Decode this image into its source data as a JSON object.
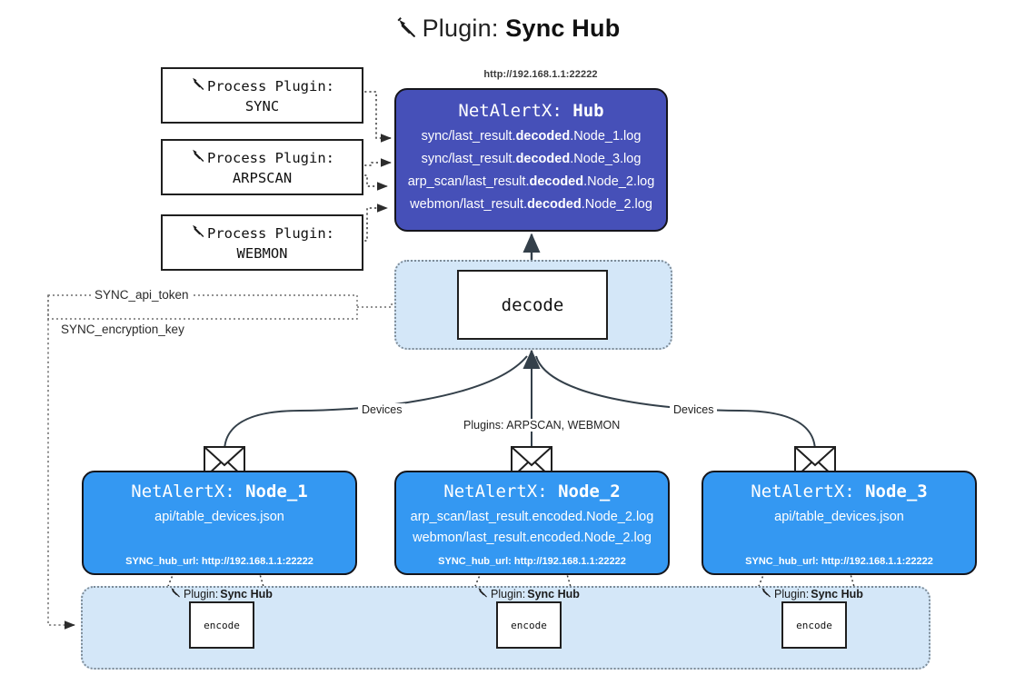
{
  "title": {
    "icon": "plug-icon",
    "prefix": "Plugin:",
    "name": "Sync Hub"
  },
  "process_plugins": [
    {
      "icon": "plug-icon",
      "line1": "Process Plugin:",
      "line2": "SYNC"
    },
    {
      "icon": "plug-icon",
      "line1": "Process Plugin:",
      "line2": "ARPSCAN"
    },
    {
      "icon": "plug-icon",
      "line1": "Process Plugin:",
      "line2": "WEBMON"
    }
  ],
  "hub": {
    "url": "http://192.168.1.1:22222",
    "title_prefix": "NetAlertX:",
    "title_name": "Hub",
    "lines": [
      {
        "pre": "sync/last_result.",
        "mid": "decoded",
        "post": ".Node_1.log"
      },
      {
        "pre": "sync/last_result.",
        "mid": "decoded",
        "post": ".Node_3.log"
      },
      {
        "pre": "arp_scan/last_result.",
        "mid": "decoded",
        "post": ".Node_2.log"
      },
      {
        "pre": "webmon/last_result.",
        "mid": "decoded",
        "post": ".Node_2.log"
      }
    ]
  },
  "decode": {
    "label": "decode"
  },
  "tokens": [
    {
      "label": "SYNC_api_token"
    },
    {
      "label": "SYNC_encryption_key"
    }
  ],
  "edge_labels": {
    "devices_left": "Devices",
    "devices_right": "Devices",
    "plugins_center": "Plugins: ARPSCAN, WEBMON"
  },
  "nodes": [
    {
      "title_prefix": "NetAlertX:",
      "title_name": "Node_1",
      "lines": [
        "api/table_devices.json"
      ],
      "url_label": "SYNC_hub_url:",
      "url_value": "http://192.168.1.1:22222",
      "mail_icon": "envelope-icon"
    },
    {
      "title_prefix": "NetAlertX:",
      "title_name": "Node_2",
      "lines": [
        "arp_scan/last_result.encoded.Node_2.log",
        "webmon/last_result.encoded.Node_2.log"
      ],
      "url_label": "SYNC_hub_url:",
      "url_value": "http://192.168.1.1:22222",
      "mail_icon": "envelope-icon"
    },
    {
      "title_prefix": "NetAlertX:",
      "title_name": "Node_3",
      "lines": [
        "api/table_devices.json"
      ],
      "url_label": "SYNC_hub_url:",
      "url_value": "http://192.168.1.1:22222",
      "mail_icon": "envelope-icon"
    }
  ],
  "encoders": [
    {
      "icon": "plug-icon",
      "prefix": "Plugin:",
      "name": "Sync Hub",
      "box_label": "encode"
    },
    {
      "icon": "plug-icon",
      "prefix": "Plugin:",
      "name": "Sync Hub",
      "box_label": "encode"
    },
    {
      "icon": "plug-icon",
      "prefix": "Plugin:",
      "name": "Sync Hub",
      "box_label": "encode"
    }
  ],
  "colors": {
    "hub_fill": "#4650b8",
    "node_fill": "#3498f2",
    "band_fill": "#d4e7f8",
    "stroke": "#15151b",
    "dotted": "#7d8b97"
  }
}
